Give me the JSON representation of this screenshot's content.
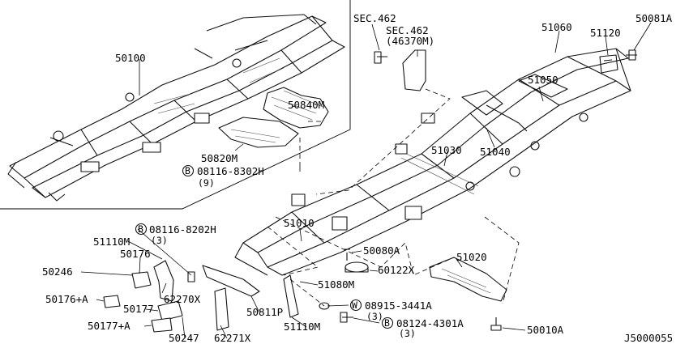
{
  "diagram_id": "J5000055",
  "labels": {
    "p50100": "50100",
    "p50840M": "50840M",
    "p50820M": "50820M",
    "bolt_08116_8302H": "08116-8302H",
    "bolt_08116_8302H_qty": "(9)",
    "sec462a": "SEC.462",
    "sec462b": "SEC.462",
    "sec462b_sub": "(46370M)",
    "p51060": "51060",
    "p51120": "51120",
    "p50081A": "50081A",
    "p51050": "51050",
    "p51030": "51030",
    "p51040": "51040",
    "p51010": "51010",
    "bolt_08116_8202H": "08116-8202H",
    "bolt_08116_8202H_qty": "(3)",
    "p51110M_a": "51110M",
    "p50176": "50176",
    "p50246": "50246",
    "p50176A": "50176+A",
    "p62270X": "62270X",
    "p50177": "50177",
    "p50177A": "50177+A",
    "p50247": "50247",
    "p62271X": "62271X",
    "p50811P": "50811P",
    "p51110M_b": "51110M",
    "p51080M": "51080M",
    "p50080A": "50080A",
    "p60122X": "60122X",
    "p51020": "51020",
    "washer_08915_3441A": "08915-3441A",
    "washer_08915_3441A_qty": "(3)",
    "bolt_08124_4301A": "08124-4301A",
    "bolt_08124_4301A_qty": "(3)",
    "p50010A": "50010A"
  },
  "prefixes": {
    "bolt": "B",
    "washer": "W"
  }
}
